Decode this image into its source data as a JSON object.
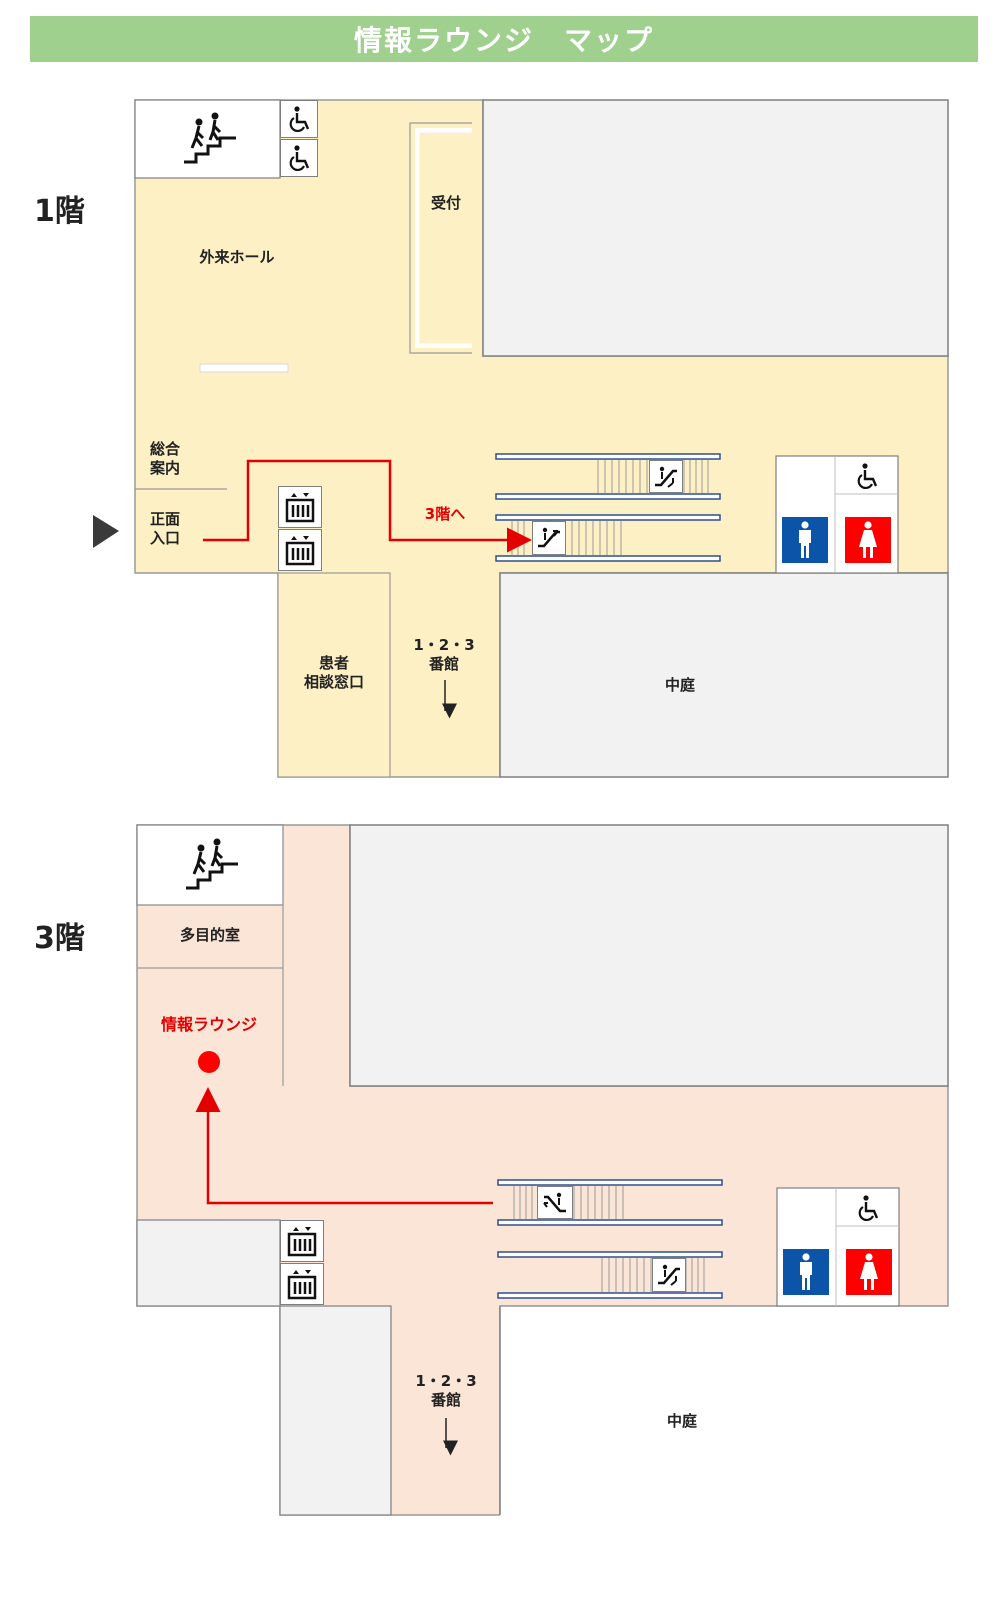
{
  "title": "情報ラウンジ　マップ",
  "floor1": {
    "label": "1階",
    "rooms": {
      "outpatient_hall": "外来ホール",
      "reception": "受付",
      "general_info": "総合\n案内",
      "main_entrance": "正面\n入口",
      "to_floor3": "3階へ",
      "consultation": "患者\n相談窓口",
      "buildings": "1・2・3\n番館",
      "courtyard": "中庭"
    }
  },
  "floor3": {
    "label": "3階",
    "rooms": {
      "multipurpose": "多目的室",
      "info_lounge": "情報ラウンジ",
      "buildings": "1・2・3\n番館",
      "courtyard": "中庭"
    }
  },
  "colors": {
    "banner": "#9fd08e",
    "floor1_fill": "#fdf0c5",
    "floor3_fill": "#fbe5d6",
    "block_gray": "#f2f2f2",
    "route_red": "#e30000",
    "men_blue": "#0b54a8",
    "women_red": "#ff0000"
  },
  "icons": [
    "stairs-icon",
    "wheelchair-icon",
    "elevator-icon",
    "escalator-icon",
    "men-restroom-icon",
    "women-restroom-icon",
    "entrance-arrow-icon",
    "location-dot-icon"
  ]
}
